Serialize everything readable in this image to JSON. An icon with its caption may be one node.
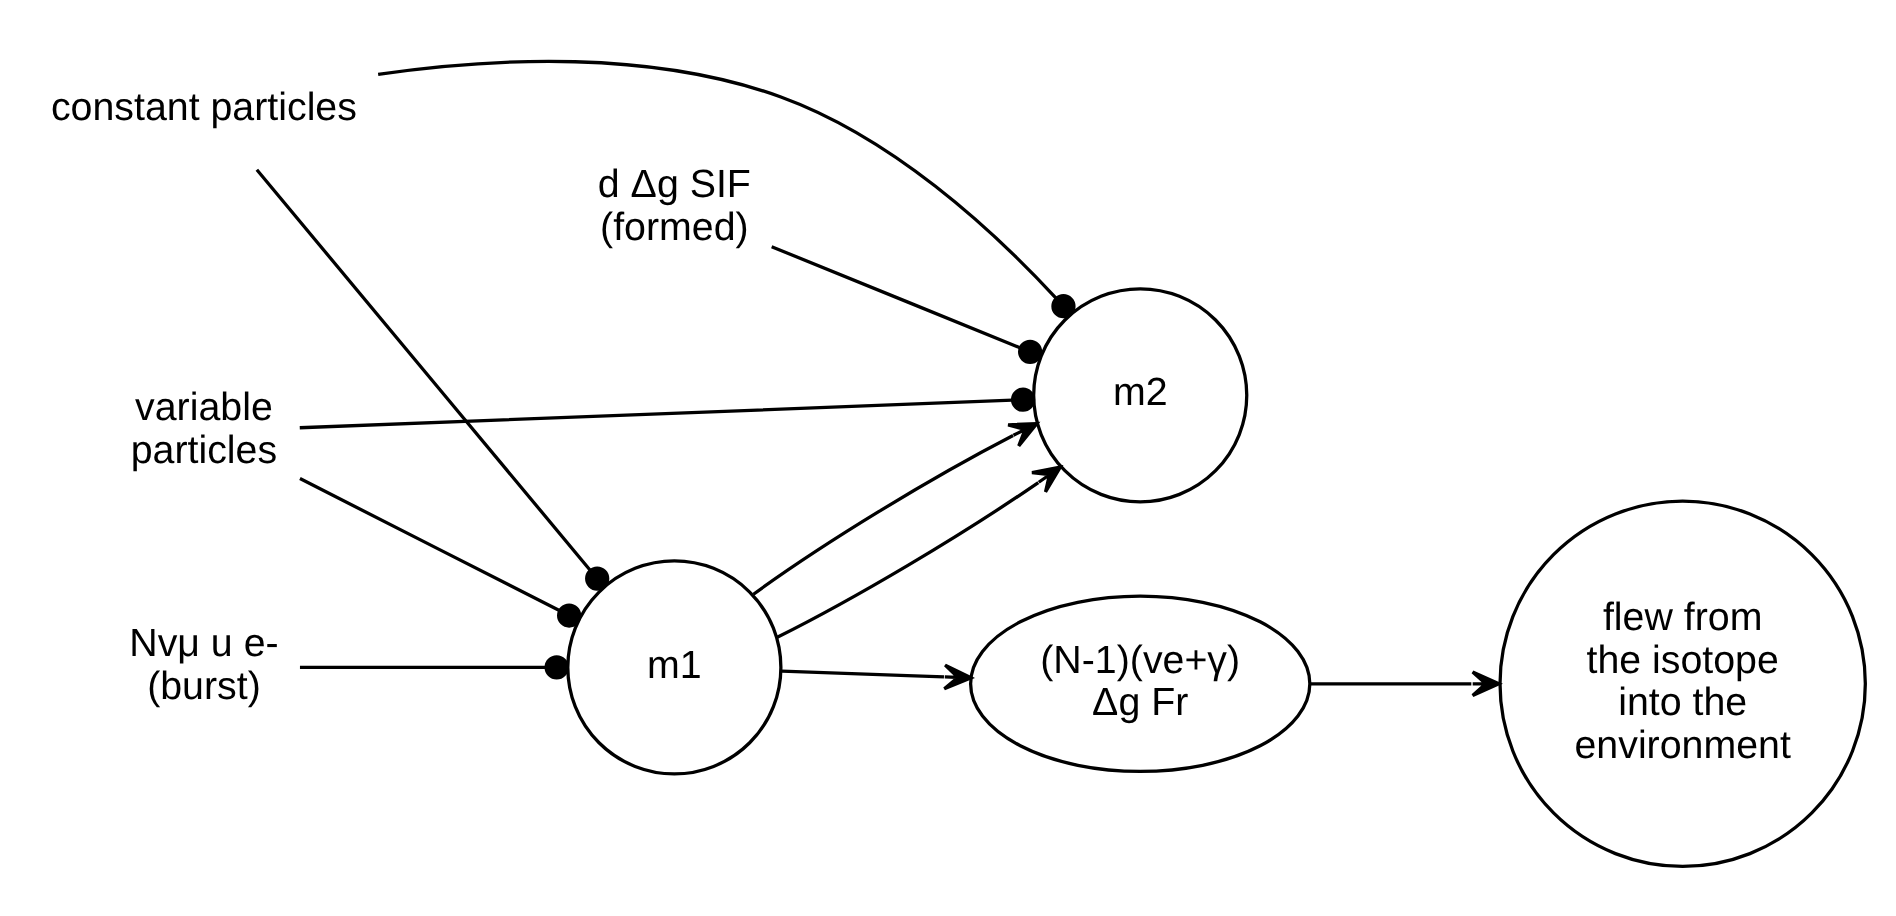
{
  "diagram": {
    "nodes": [
      {
        "text": [
          "constant particles"
        ]
      },
      {
        "text": [
          "m1"
        ]
      },
      {
        "text": [
          "m2"
        ]
      },
      {
        "text": [
          "Nvμ u e- (burst)"
        ]
      },
      {
        "text": [
          "d Δg SIF (formed)"
        ]
      },
      {
        "text": [
          "variable particles"
        ]
      },
      {
        "text": [
          "(N-1)(ve+γ)",
          "Δg Fr"
        ]
      },
      {
        "text": [
          "flew from the isotope into the environment"
        ]
      }
    ],
    "edges": [
      {
        "from": 0,
        "to": 1,
        "arrow": "other"
      },
      {
        "from": 0,
        "to": 2,
        "arrow": "other"
      },
      {
        "from": 1,
        "to": 2,
        "arrow": "to"
      },
      {
        "from": 1,
        "to": 2,
        "arrow": "to"
      },
      {
        "from": 3,
        "to": 1,
        "arrow": "other"
      },
      {
        "from": 4,
        "to": 2,
        "arrow": "other"
      },
      {
        "from": 5,
        "to": 1,
        "arrow": "other"
      },
      {
        "from": 5,
        "to": 2,
        "arrow": "other"
      },
      {
        "from": 1,
        "to": 6,
        "arrow": "to"
      },
      {
        "from": 6,
        "to": 7,
        "arrow": "to"
      }
    ]
  }
}
